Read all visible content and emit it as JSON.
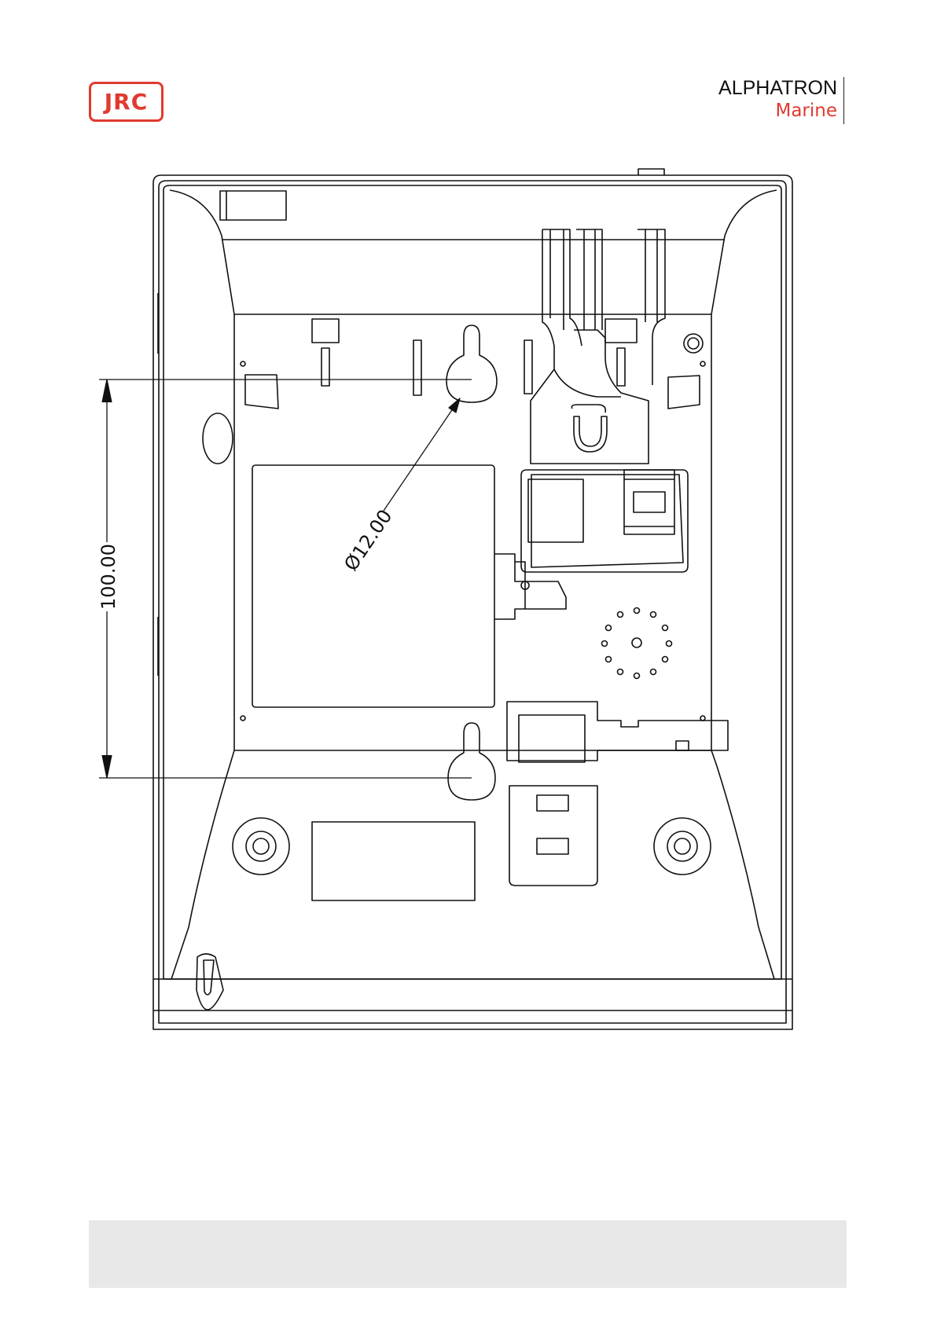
{
  "header": {
    "left_logo_text": "JRC",
    "right_logo_line1": "ALPHATRON",
    "right_logo_line2": "Marine",
    "brand_red": "#e03a2f"
  },
  "drawing": {
    "dimension_height": "100.00",
    "dimension_diameter": "Ø12.00"
  },
  "footer": {
    "bar_color": "#e8e8e8"
  }
}
